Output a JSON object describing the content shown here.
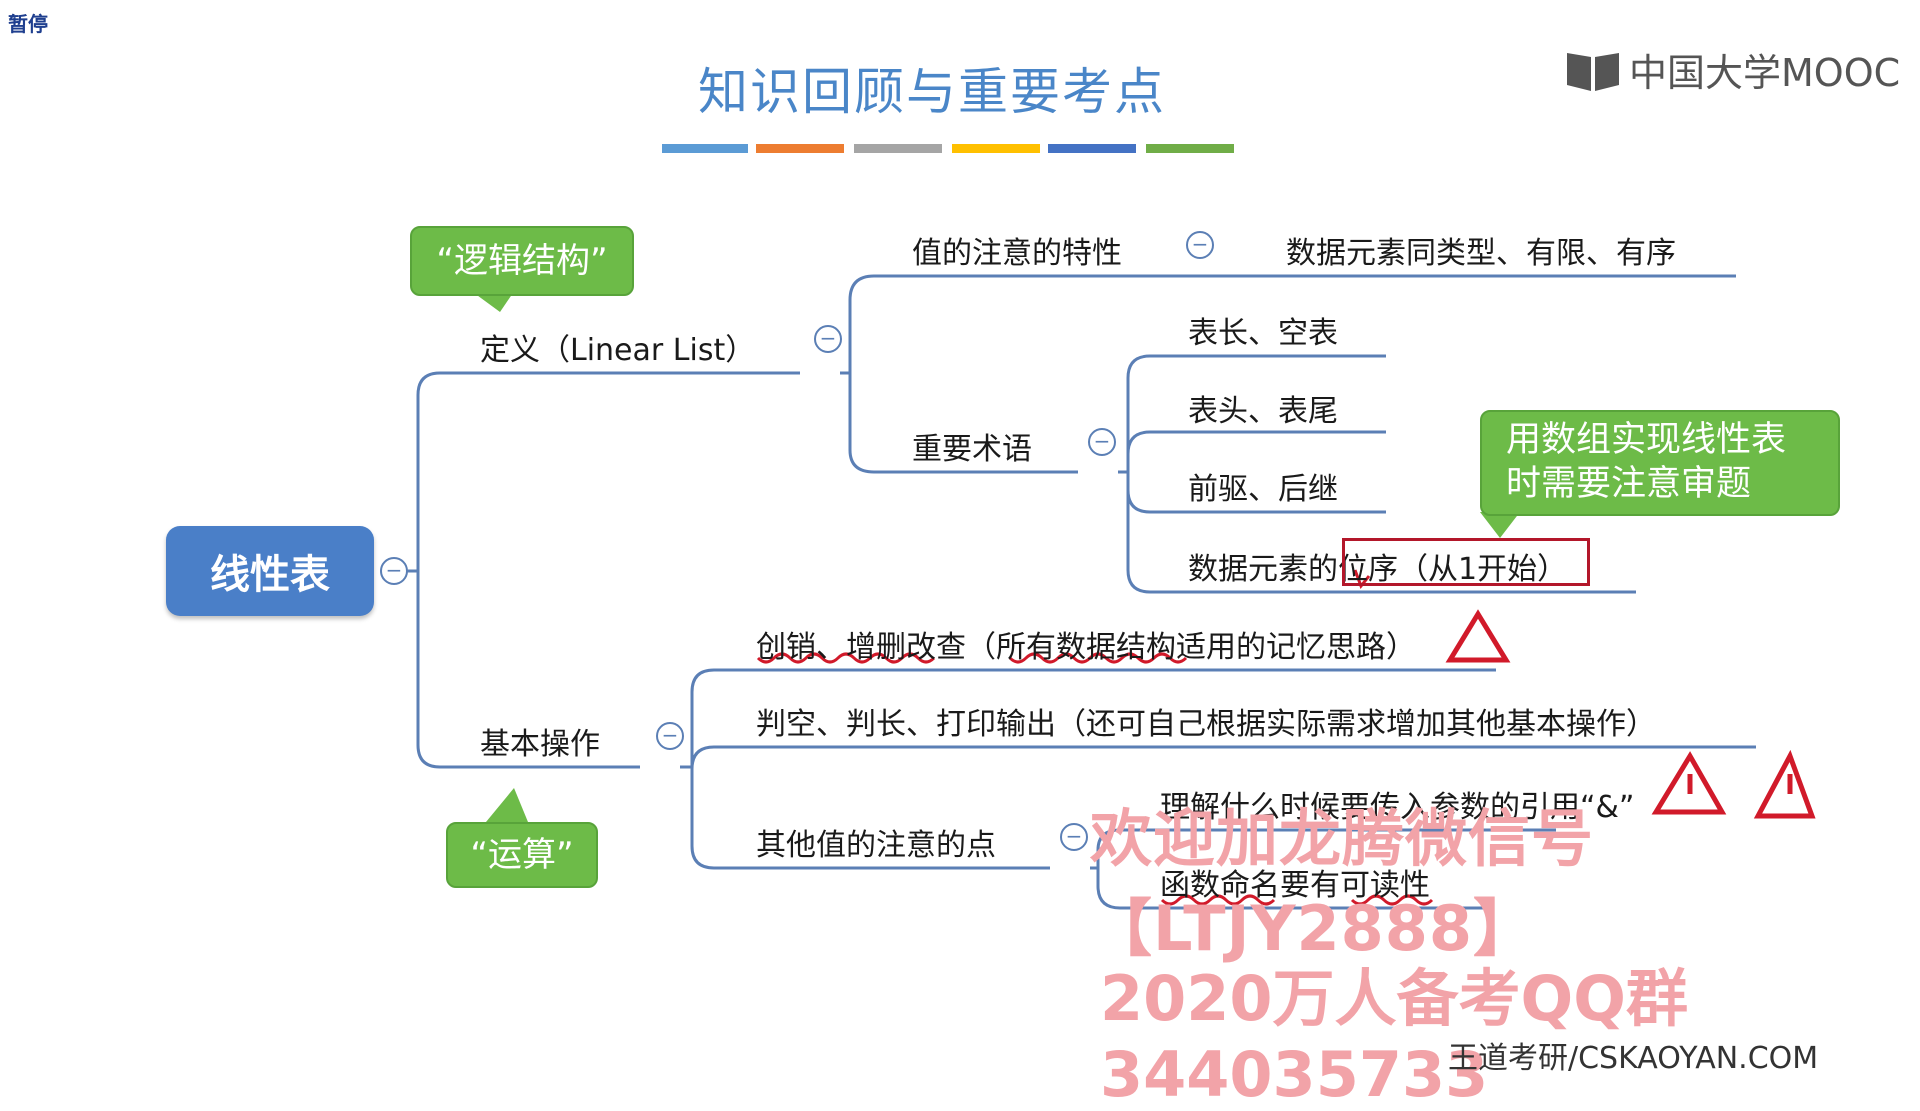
{
  "player": {
    "pause_label": "暂停"
  },
  "slide": {
    "title": "知识回顾与重要考点",
    "title_bar_colors": [
      "#5b9bd5",
      "#ed7d31",
      "#a5a5a5",
      "#ffc000",
      "#4472c4",
      "#70ad47"
    ]
  },
  "logo": {
    "text": "中国大学MOOC",
    "icon": "mooc-book-icon"
  },
  "mindmap": {
    "root": "线性表",
    "definition": {
      "label": "定义（Linear List）",
      "children": {
        "attention_label": "值的注意的特性",
        "attention_value": "数据元素同类型、有限、有序",
        "terms_label": "重要术语",
        "terms": [
          "表长、空表",
          "表头、表尾",
          "前驱、后继",
          "数据元素的位序（从1开始）"
        ]
      }
    },
    "operations": {
      "label": "基本操作",
      "children": [
        "创销、增删改查（所有数据结构适用的记忆思路）",
        "判空、判长、打印输出（还可自己根据实际需求增加其他基本操作）",
        "其他值的注意的点"
      ],
      "notes": [
        "理解什么时候要传入参数的引用“&”",
        "函数命名要有可读性"
      ]
    }
  },
  "callouts": {
    "logic": "“逻辑结构”",
    "ops": "“运算”",
    "array_line1": "用数组实现线性表",
    "array_line2": "时需要注意审题"
  },
  "watermarks": {
    "wechat": "欢迎加龙腾微信号【LTJY2888】",
    "qq": "2020万人备考QQ群  344035733"
  },
  "credit": "王道考研/CSKAOYAN.COM",
  "colors": {
    "line": "#5b7fb5",
    "accent_red": "#d11a2a",
    "callout_green": "#6dbb48",
    "root_blue": "#4a7fc8"
  }
}
